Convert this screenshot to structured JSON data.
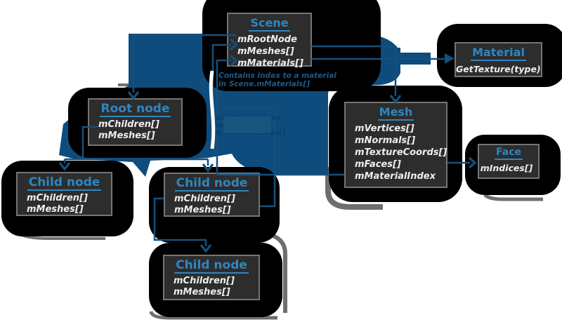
{
  "diagram": {
    "boxes": [
      {
        "id": "scene",
        "title": "Scene",
        "fields": [
          "mRootNode",
          "mMeshes[]",
          "mMaterials[]"
        ]
      },
      {
        "id": "material",
        "title": "Material",
        "fields": [
          "GetTexture(type)"
        ]
      },
      {
        "id": "mesh",
        "title": "Mesh",
        "fields": [
          "mVertices[]",
          "mNormals[]",
          "mTextureCoords[]",
          "mFaces[]",
          "mMaterialIndex"
        ]
      },
      {
        "id": "face",
        "title": "Face",
        "fields": [
          "mIndices[]"
        ]
      },
      {
        "id": "root-node",
        "title": "Root node",
        "fields": [
          "mChildren[]",
          "mMeshes[]"
        ]
      },
      {
        "id": "child-node-1",
        "title": "Child node",
        "fields": [
          "mChildren[]",
          "mMeshes[]"
        ]
      },
      {
        "id": "child-node-2",
        "title": "Child node",
        "fields": [
          "mChildren[]",
          "mMeshes[]"
        ]
      },
      {
        "id": "child-node-3",
        "title": "Child node",
        "fields": [
          "mChildren[]",
          "mMeshes[]"
        ]
      }
    ],
    "annotations": [
      {
        "id": "material-index-note",
        "lines": [
          "Contains index to a material",
          "in Scene.mMaterials[]"
        ]
      },
      {
        "id": "mesh-indices-note",
        "lines": [
          "Contains indices",
          "to meshes in",
          "Scene.mMeshes[]"
        ]
      }
    ],
    "colors": {
      "accent_blue": "#2E86C1",
      "connector_blue": "#15507C",
      "blob_blue": "#0E4C7D",
      "blob_black": "#000000",
      "box_fill": "#2D2D2D",
      "box_border": "#757575",
      "ghost_gray": "#6E6E6E",
      "field_text": "#EDEDED",
      "note_light": "#1A5A8C",
      "note_dark": "#0B3E68"
    }
  }
}
